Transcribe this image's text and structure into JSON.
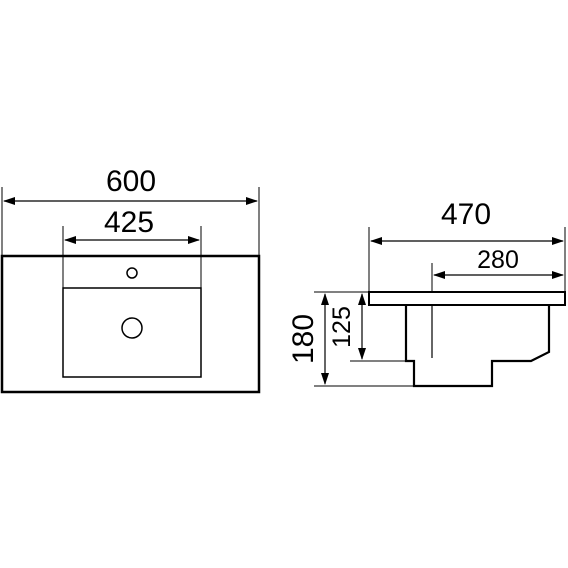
{
  "drawing": {
    "top_view": {
      "overall_width": "600",
      "basin_width": "425"
    },
    "side_view": {
      "overall_depth": "470",
      "basin_depth": "280",
      "overall_height": "180",
      "basin_height": "125"
    },
    "colors": {
      "line": "#000000",
      "background": "#ffffff"
    }
  }
}
